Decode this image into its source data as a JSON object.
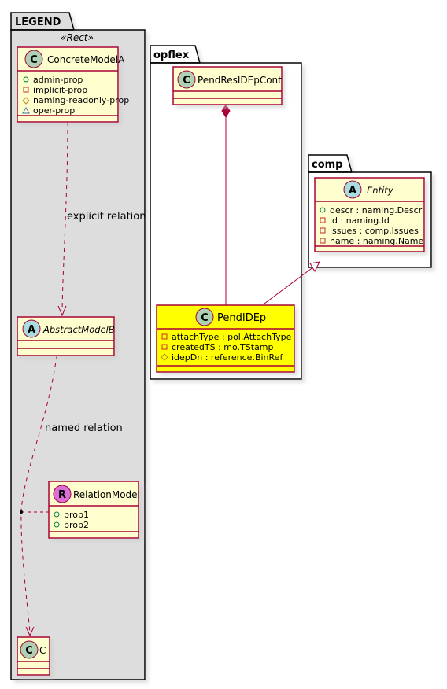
{
  "packages": {
    "legend": {
      "name": "LEGEND",
      "stereotype": "«Rect»"
    },
    "opflex": {
      "name": "opflex"
    },
    "comp": {
      "name": "comp"
    }
  },
  "classes": {
    "concreteModelA": {
      "badge": "C",
      "name": "ConcreteModelA",
      "attributes": [
        {
          "visibility": "public",
          "text": "admin-prop"
        },
        {
          "visibility": "private",
          "text": "implicit-prop"
        },
        {
          "visibility": "protected",
          "text": "naming-readonly-prop"
        },
        {
          "visibility": "package",
          "text": "oper-prop"
        }
      ]
    },
    "abstractModelB": {
      "badge": "A",
      "name": "AbstractModelB",
      "attributes": []
    },
    "relationModel": {
      "badge": "R",
      "name": "RelationModel",
      "attributes": [
        {
          "visibility": "public",
          "text": "prop1"
        },
        {
          "visibility": "public",
          "text": "prop2"
        }
      ]
    },
    "c": {
      "badge": "C",
      "name": "C",
      "attributes": []
    },
    "pendResIDEpCont": {
      "badge": "C",
      "name": "PendResIDEpCont",
      "attributes": []
    },
    "pendIDEp": {
      "badge": "C",
      "name": "PendIDEp",
      "attributes": [
        {
          "visibility": "private",
          "text": "attachType : pol.AttachType"
        },
        {
          "visibility": "private",
          "text": "createdTS : mo.TStamp"
        },
        {
          "visibility": "protected",
          "text": "idepDn : reference.BinRef"
        }
      ]
    },
    "entity": {
      "badge": "A",
      "name": "Entity",
      "attributes": [
        {
          "visibility": "public",
          "text": "descr : naming.Descr"
        },
        {
          "visibility": "private",
          "text": "id : naming.Id"
        },
        {
          "visibility": "private",
          "text": "issues : comp.Issues"
        },
        {
          "visibility": "private",
          "text": "name : naming.Name"
        }
      ]
    }
  },
  "relations": {
    "explicit": {
      "label": "explicit relation"
    },
    "named": {
      "label": "named relation"
    }
  },
  "colors": {
    "border": "#a80036",
    "classFill": "#fefece",
    "highlightFill": "#ffff00",
    "legendFill": "#dddddd",
    "badgeC": "#add1b2",
    "badgeA": "#a9dcdf",
    "badgeR": "#da70d6"
  }
}
